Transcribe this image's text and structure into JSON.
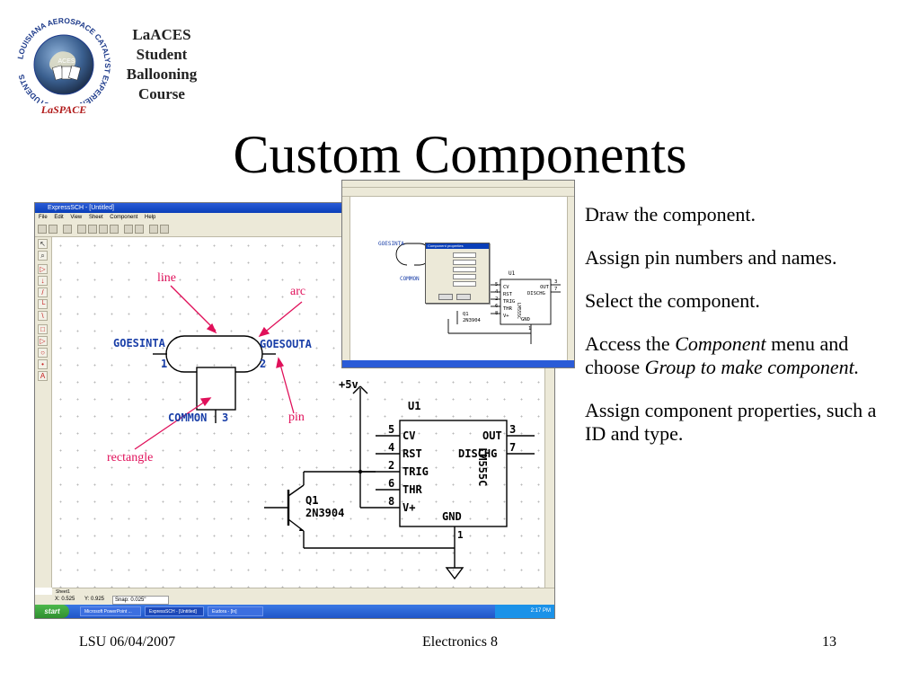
{
  "logo": {
    "ring_text": "LOUISIANA AEROSPACE CATALYST EXPERIENCES for STUDENTS",
    "badge_text": "LaSPACE",
    "center_text": "ACES",
    "title_lines": [
      "LaACES",
      "Student",
      "Ballooning",
      "Course"
    ]
  },
  "slide": {
    "title": "Custom Components",
    "bullets": {
      "b1": "Draw the component.",
      "b2": "Assign pin numbers and names.",
      "b3": "Select the component.",
      "b4_pre": "Access the ",
      "b4_em1": "Component",
      "b4_mid": " menu and choose ",
      "b4_em2": "Group to make component.",
      "b5": "Assign component properties, such a ID and type."
    },
    "footer": {
      "left": "LSU 06/04/2007",
      "center": "Electronics 8",
      "right": "13"
    }
  },
  "app": {
    "window_title": "ExpressSCH - [Untitled]",
    "menu": [
      "File",
      "Edit",
      "View",
      "Sheet",
      "Component",
      "Help"
    ],
    "sheet_tab": "Sheet1",
    "status": {
      "x": "X: 0.525",
      "y": "Y: 0.925",
      "snap_label": "Snap: 0.025\""
    },
    "taskbar": {
      "start": "start",
      "tasks": [
        "Microsoft PowerPoint ...",
        "ExpressSCH - [Untitled]",
        "Eudora - [In]"
      ],
      "clock": "2:17 PM"
    }
  },
  "schematic": {
    "annotations": {
      "line": "line",
      "arc": "arc",
      "pin": "pin",
      "rectangle": "rectangle"
    },
    "component": {
      "left_net": "GOESINTA",
      "left_pin": "1",
      "right_net": "GOESOUTA",
      "right_pin": "2",
      "bottom_net": "COMMON",
      "bottom_pin": "3"
    },
    "ic": {
      "ref": "U1",
      "part": "LM555C",
      "pins_left": [
        {
          "num": "5",
          "name": "CV"
        },
        {
          "num": "4",
          "name": "RST"
        },
        {
          "num": "2",
          "name": "TRIG"
        },
        {
          "num": "6",
          "name": "THR"
        },
        {
          "num": "8",
          "name": "V+"
        }
      ],
      "pins_right": [
        {
          "num": "3",
          "name": "OUT"
        },
        {
          "num": "7",
          "name": "DISCHG"
        }
      ],
      "gnd_label": "GND",
      "gnd_pin": "1"
    },
    "supply": "+5v",
    "transistor": {
      "ref": "Q1",
      "part": "2N3904"
    }
  },
  "small_shot": {
    "dialog_title": "Component properties",
    "left_net": "GOESINTA",
    "bottom_net": "COMMON",
    "ic_ref": "U1",
    "ic_part": "LM555C",
    "pins_left": [
      "CV",
      "RST",
      "TRIG",
      "THR",
      "V+"
    ],
    "pins_left_nums": [
      "5",
      "4",
      "2",
      "6",
      "8"
    ],
    "pins_right": [
      "OUT",
      "DISCHG"
    ],
    "pins_right_nums": [
      "3",
      "7"
    ],
    "gnd_label": "GND",
    "gnd_pin": "1",
    "transistor_ref": "Q1",
    "transistor_part": "2N3904"
  },
  "colors": {
    "annotation": "#e0105a",
    "schematic_label": "#1a3fa8",
    "title_bar": "#0a3fb8",
    "toolbar_red": "#c62020"
  }
}
